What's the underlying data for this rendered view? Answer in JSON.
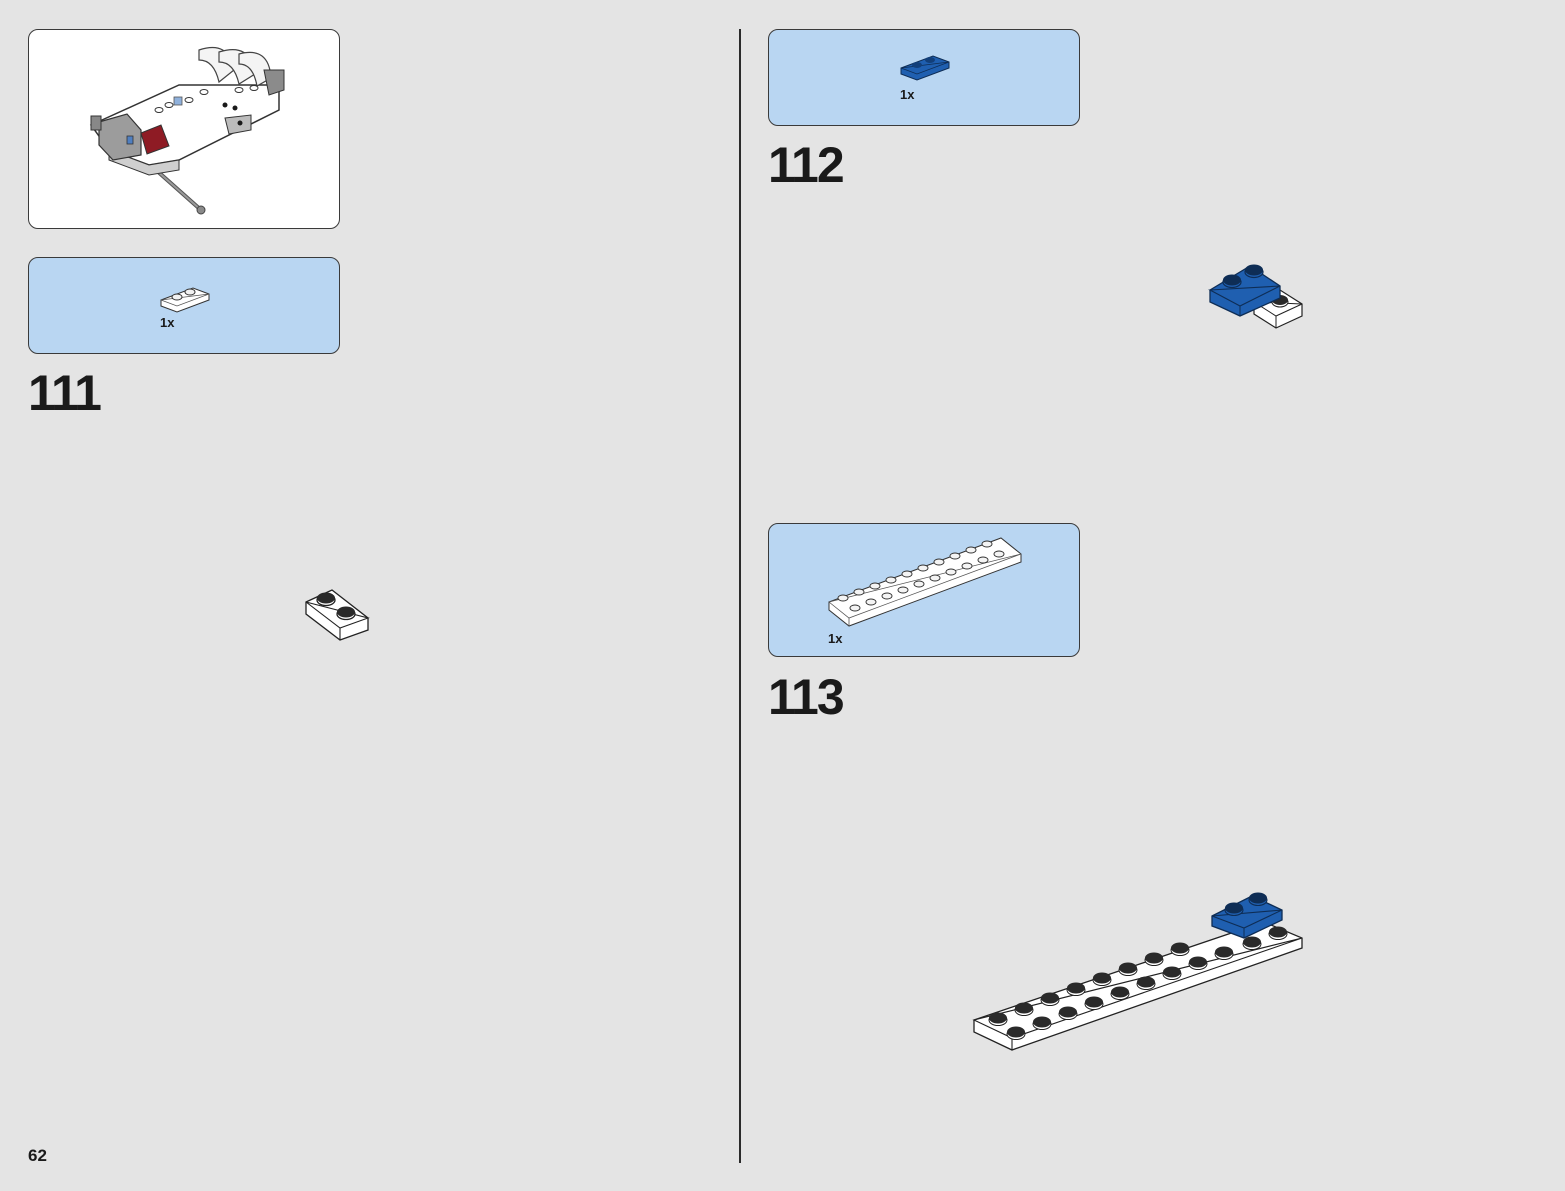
{
  "page": {
    "number": "62"
  },
  "steps": [
    {
      "number": "111",
      "parts": [
        {
          "quantity": "1x",
          "part": "plate-1x2-white"
        }
      ]
    },
    {
      "number": "112",
      "parts": [
        {
          "quantity": "1x",
          "part": "plate-1x2-blue"
        }
      ]
    },
    {
      "number": "113",
      "parts": [
        {
          "quantity": "1x",
          "part": "plate-2x10-white"
        }
      ]
    }
  ],
  "colors": {
    "background": "#e4e4e4",
    "callout": "#b9d6f2",
    "brick_blue": "#1f5fb0",
    "brick_white": "#ffffff",
    "brick_red": "#8e1b24"
  }
}
